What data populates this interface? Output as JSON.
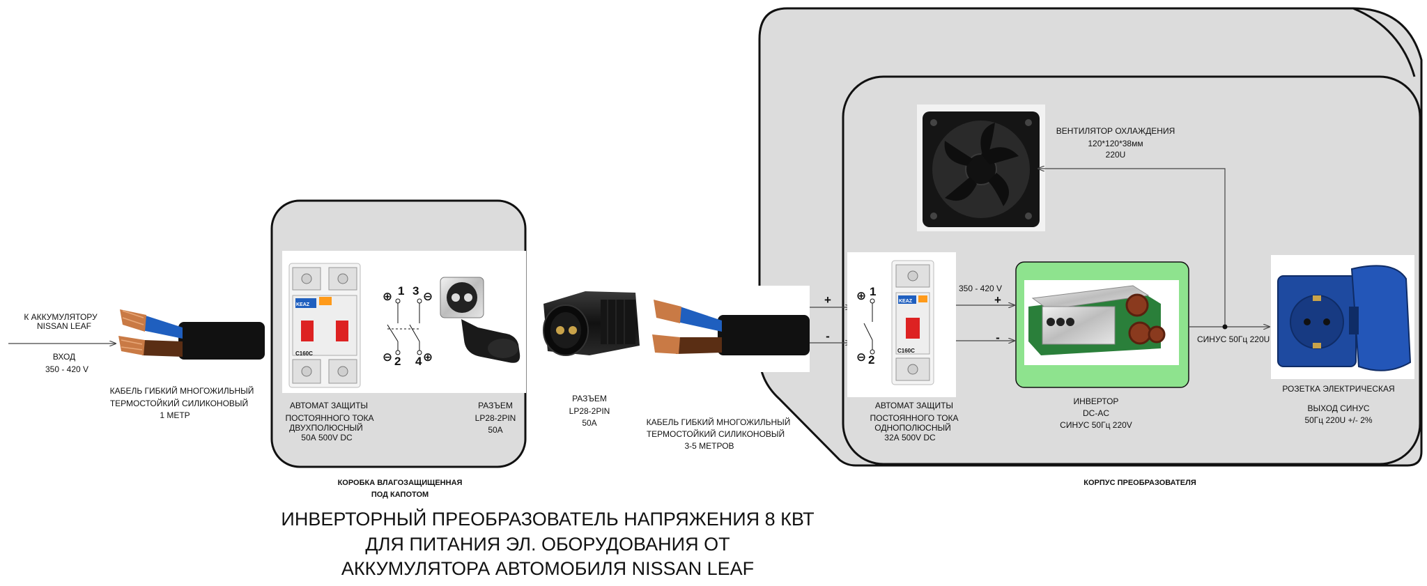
{
  "title": {
    "line1": "ИНВЕРТОРНЫЙ ПРЕОБРАЗОВАТЕЛЬ НАПРЯЖЕНИЯ 8 КВТ",
    "line2": "ДЛЯ ПИТАНИЯ  ЭЛ. ОБОРУДОВАНИЯ ОТ",
    "line3": "АККУМУЛЯТОРА АВТОМОБИЛЯ NISSAN  LEAF"
  },
  "battery": {
    "line1": "К АККУМУЛЯТОРУ",
    "line2": "NISSAN LEAF",
    "input_label": "ВХОД",
    "input_voltage": "350 - 420 V"
  },
  "cable1": {
    "line1": "КАБЕЛЬ ГИБКИЙ МНОГОЖИЛЬНЫЙ",
    "line2": "ТЕРМОСТОЙКИЙ СИЛИКОНОВЫЙ",
    "line3": "1 МЕТР"
  },
  "box": {
    "caption1": "КОРОБКА ВЛАГОЗАЩИЩЕННАЯ",
    "caption2": "ПОД КАПОТОМ"
  },
  "breaker1": {
    "line1": "АВТОМАТ ЗАЩИТЫ",
    "line2": "ПОСТОЯННОГО ТОКА",
    "line3": "ДВУХПОЛЮСНЫЙ",
    "line4": "50А  500V DC",
    "brand": "KEAZ",
    "rating": "C160C"
  },
  "schematic1": {
    "t1": "1",
    "t2": "2",
    "t3": "3",
    "t4": "4",
    "plus": "⊕",
    "minus": "⊖"
  },
  "connector1": {
    "line1": "РАЗЪЕМ",
    "line2": "LP28-2PIN",
    "line3": "50А"
  },
  "connector2": {
    "line1": "РАЗЪЕМ",
    "line2": "LP28-2PIN",
    "line3": "50А"
  },
  "cable2": {
    "line1": "КАБЕЛЬ ГИБКИЙ МНОГОЖИЛЬНЫЙ",
    "line2": "ТЕРМОСТОЙКИЙ СИЛИКОНОВЫЙ",
    "line3": "3-5 МЕТРОВ"
  },
  "enclosure": {
    "caption": "КОРПУС  ПРЕОБРАЗОВАТЕЛЯ"
  },
  "fan": {
    "line1": "ВЕНТИЛЯТОР ОХЛАЖДЕНИЯ",
    "line2": "120*120*38мм",
    "line3": "220U"
  },
  "breaker2": {
    "line1": "АВТОМАТ ЗАЩИТЫ",
    "line2": "ПОСТОЯННОГО ТОКА",
    "line3": "ОДНОПОЛЮСНЫЙ",
    "line4": "32А  500V DC",
    "brand": "KEAZ",
    "rating": "C160C"
  },
  "schematic2": {
    "t1": "1",
    "t2": "2",
    "plus": "⊕",
    "minus": "⊖"
  },
  "wiring": {
    "plus": "+",
    "minus": "-",
    "dc_voltage": "350 - 420 V",
    "ac_output": "СИНУС 50Гц 220U"
  },
  "inverter": {
    "line1": "ИНВЕРТОР",
    "line2": "DC-AC",
    "line3": "СИНУС 50Гц 220V"
  },
  "socket": {
    "line1": "РОЗЕТКА ЭЛЕКТРИЧЕСКАЯ",
    "line2": "ВЫХОД СИНУС",
    "line3": "50Гц 220U +/- 2%"
  },
  "colors": {
    "enclosure_fill": "#dcdcdc",
    "inverter_highlight": "#8ee38e",
    "cable_blue": "#1f5fbf",
    "cable_brown": "#5a2e14",
    "copper": "#c97a45",
    "socket_blue": "#1e4aa0"
  }
}
